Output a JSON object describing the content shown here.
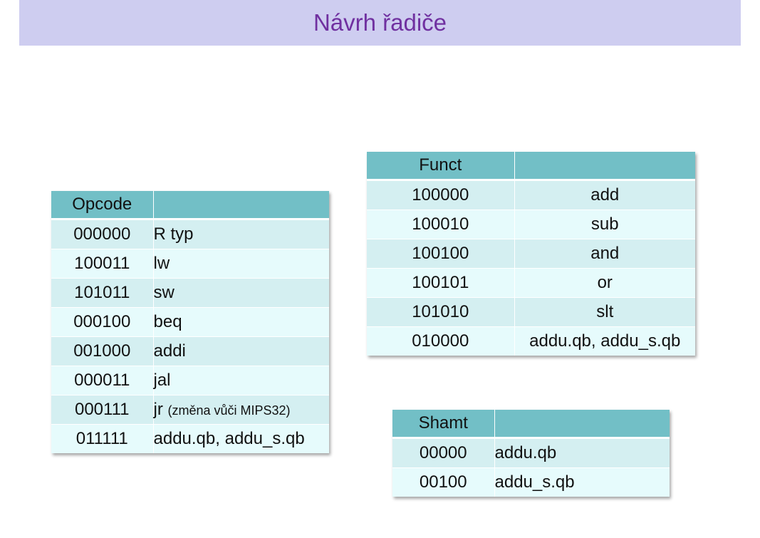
{
  "slide": {
    "title": "Návrh řadiče"
  },
  "opcode_table": {
    "header": "Opcode",
    "rows": [
      {
        "code": "000000",
        "name": "R typ"
      },
      {
        "code": "100011",
        "name": "lw"
      },
      {
        "code": "101011",
        "name": "sw"
      },
      {
        "code": "000100",
        "name": "beq"
      },
      {
        "code": "001000",
        "name": "addi"
      },
      {
        "code": "000011",
        "name": "jal"
      },
      {
        "code": "000111",
        "name": "jr",
        "note": "(změna vůči MIPS32)"
      },
      {
        "code": "011111",
        "name": "addu.qb, addu_s.qb"
      }
    ]
  },
  "funct_table": {
    "header": "Funct",
    "rows": [
      {
        "code": "100000",
        "name": "add"
      },
      {
        "code": "100010",
        "name": "sub"
      },
      {
        "code": "100100",
        "name": "and"
      },
      {
        "code": "100101",
        "name": "or"
      },
      {
        "code": "101010",
        "name": "slt"
      },
      {
        "code": "010000",
        "name": "addu.qb, addu_s.qb"
      }
    ]
  },
  "shamt_table": {
    "header": "Shamt",
    "rows": [
      {
        "code": "00000",
        "name": "addu.qb"
      },
      {
        "code": "00100",
        "name": "addu_s.qb"
      }
    ]
  }
}
